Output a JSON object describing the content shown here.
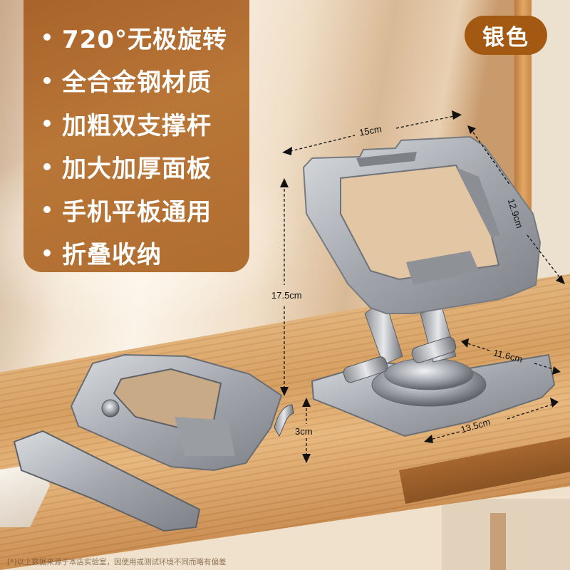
{
  "feature_panel": {
    "bg_color": "#b06d30",
    "items": [
      {
        "label": "720°无极旋转"
      },
      {
        "label": "全合金钢材质"
      },
      {
        "label": "加粗双支撑杆"
      },
      {
        "label": "加大加厚面板"
      },
      {
        "label": "手机平板通用"
      },
      {
        "label": "折叠收纳"
      }
    ]
  },
  "color_badge": {
    "label": "银色",
    "bg_color": "#a35912"
  },
  "dimensions": {
    "panel_width": "15cm",
    "panel_height": "12.9cm",
    "stand_height": "17.5cm",
    "base_depth": "11.6cm",
    "base_width": "13.5cm",
    "folded_thickness": "3cm"
  },
  "product": {
    "unfolded_stand": "silver-rotating-stand-icon",
    "folded_stand": "folded-stand-icon"
  },
  "footnote": "[*]以上数据来源于本店实验室，因使用或测试环境不同而略有偏差"
}
